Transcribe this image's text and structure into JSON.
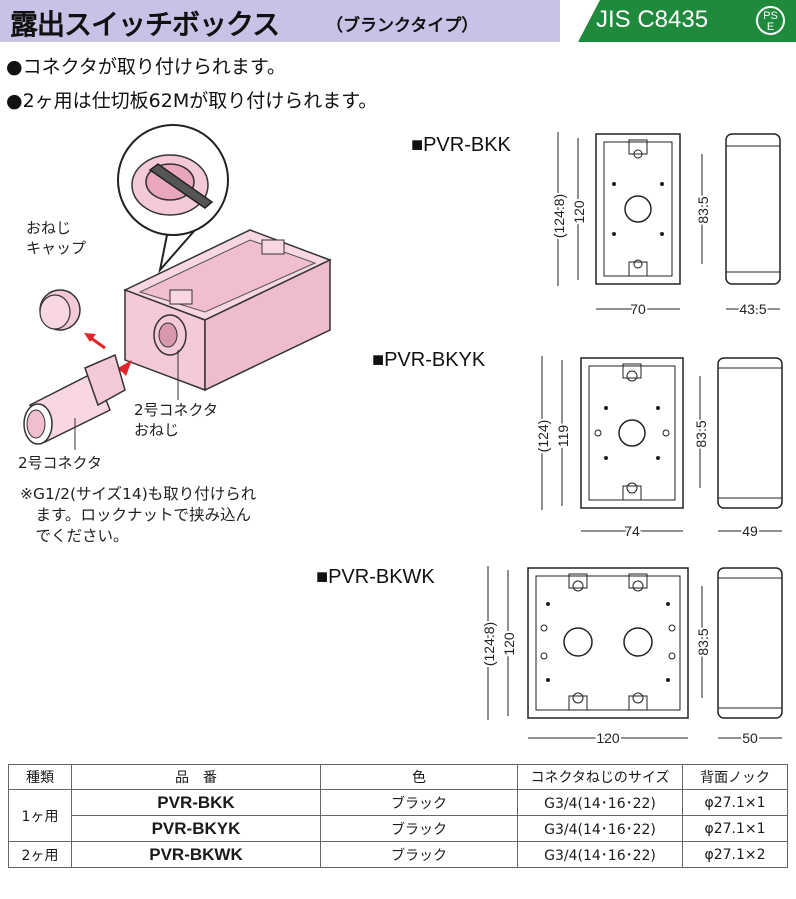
{
  "header": {
    "title": "露出スイッチボックス",
    "subtitle": "（ブランクタイプ）",
    "standard": "JIS C8435",
    "pse_top": "PS",
    "pse_bottom": "E"
  },
  "bullets": [
    "●コネクタが取り付けられます。",
    "●2ヶ用は仕切板62Mが取り付けられます。"
  ],
  "illustration": {
    "screw_cap_label_1": "おねじ",
    "screw_cap_label_2": "キャップ",
    "connector_screw_label_1": "2号コネクタ",
    "connector_screw_label_2": "おねじ",
    "connector_label": "2号コネクタ",
    "note_lines": [
      "※G1/2(サイズ14)も取り付けられ",
      "　ます。ロックナットで挟み込ん",
      "　でください。"
    ]
  },
  "models": [
    {
      "name": "■PVR-BKK",
      "dims": {
        "total_height": "(124.8)",
        "height": "120",
        "hole_pitch": "83.5",
        "width": "70",
        "depth": "43.5"
      }
    },
    {
      "name": "■PVR-BKYK",
      "dims": {
        "total_height": "(124)",
        "height": "119",
        "hole_pitch": "83.5",
        "width": "74",
        "depth": "49"
      }
    },
    {
      "name": "■PVR-BKWK",
      "dims": {
        "total_height": "(124.8)",
        "height": "120",
        "hole_pitch": "83.5",
        "width": "120",
        "depth": "50"
      }
    }
  ],
  "table": {
    "headers": [
      "種類",
      "品　番",
      "色",
      "コネクタねじのサイズ",
      "背面ノック"
    ],
    "rows": [
      {
        "type": "1ヶ用",
        "part": "PVR-BKK",
        "color": "ブラック",
        "thread": "G3/4(14･16･22)",
        "knock": "φ27.1×1"
      },
      {
        "type": "",
        "part": "PVR-BKYK",
        "color": "ブラック",
        "thread": "G3/4(14･16･22)",
        "knock": "φ27.1×1"
      },
      {
        "type": "2ヶ用",
        "part": "PVR-BKWK",
        "color": "ブラック",
        "thread": "G3/4(14･16･22)",
        "knock": "φ27.1×2"
      }
    ]
  },
  "colors": {
    "header_band": "#c8c3e6",
    "jis_band": "#1f8a3c",
    "box_pink": "#f4c9d8",
    "arrow_red": "#e0262b"
  }
}
